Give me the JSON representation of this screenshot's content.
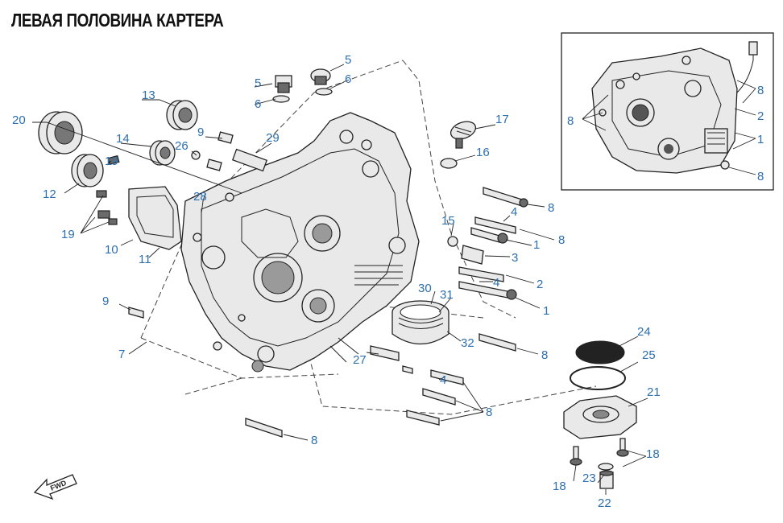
{
  "page": {
    "title": "ЛЕВАЯ ПОЛОВИНА КАРТЕРА"
  },
  "fwd_marker": {
    "label": "FWD"
  },
  "callouts": [
    {
      "id": "c20",
      "text": "20"
    },
    {
      "id": "c13",
      "text": "13"
    },
    {
      "id": "c5a",
      "text": "5"
    },
    {
      "id": "c5b",
      "text": "5"
    },
    {
      "id": "c6a",
      "text": "6"
    },
    {
      "id": "c6b",
      "text": "6"
    },
    {
      "id": "c9a",
      "text": "9"
    },
    {
      "id": "c29",
      "text": "29"
    },
    {
      "id": "c14",
      "text": "14"
    },
    {
      "id": "c26",
      "text": "26"
    },
    {
      "id": "c19a",
      "text": "19"
    },
    {
      "id": "c12",
      "text": "12"
    },
    {
      "id": "c28",
      "text": "28"
    },
    {
      "id": "c19b",
      "text": "19"
    },
    {
      "id": "c10",
      "text": "10"
    },
    {
      "id": "c11",
      "text": "11"
    },
    {
      "id": "c17",
      "text": "17"
    },
    {
      "id": "c16",
      "text": "16"
    },
    {
      "id": "c8a",
      "text": "8"
    },
    {
      "id": "c4a",
      "text": "4"
    },
    {
      "id": "c8b",
      "text": "8"
    },
    {
      "id": "c15",
      "text": "15"
    },
    {
      "id": "c1a",
      "text": "1"
    },
    {
      "id": "c3",
      "text": "3"
    },
    {
      "id": "c2a",
      "text": "2"
    },
    {
      "id": "c4b",
      "text": "4"
    },
    {
      "id": "c1b",
      "text": "1"
    },
    {
      "id": "c30",
      "text": "30"
    },
    {
      "id": "c31",
      "text": "31"
    },
    {
      "id": "c9b",
      "text": "9"
    },
    {
      "id": "c32",
      "text": "32"
    },
    {
      "id": "c8c",
      "text": "8"
    },
    {
      "id": "c7",
      "text": "7"
    },
    {
      "id": "c27",
      "text": "27"
    },
    {
      "id": "c4c",
      "text": "4"
    },
    {
      "id": "c8d",
      "text": "8"
    },
    {
      "id": "c8e",
      "text": "8"
    },
    {
      "id": "c24",
      "text": "24"
    },
    {
      "id": "c25",
      "text": "25"
    },
    {
      "id": "c21",
      "text": "21"
    },
    {
      "id": "c18a",
      "text": "18"
    },
    {
      "id": "c18b",
      "text": "18"
    },
    {
      "id": "c23",
      "text": "23"
    },
    {
      "id": "c22",
      "text": "22"
    },
    {
      "id": "i8a",
      "text": "8"
    },
    {
      "id": "i8b",
      "text": "8"
    },
    {
      "id": "i2",
      "text": "2"
    },
    {
      "id": "i1",
      "text": "1"
    },
    {
      "id": "i8c",
      "text": "8"
    }
  ]
}
